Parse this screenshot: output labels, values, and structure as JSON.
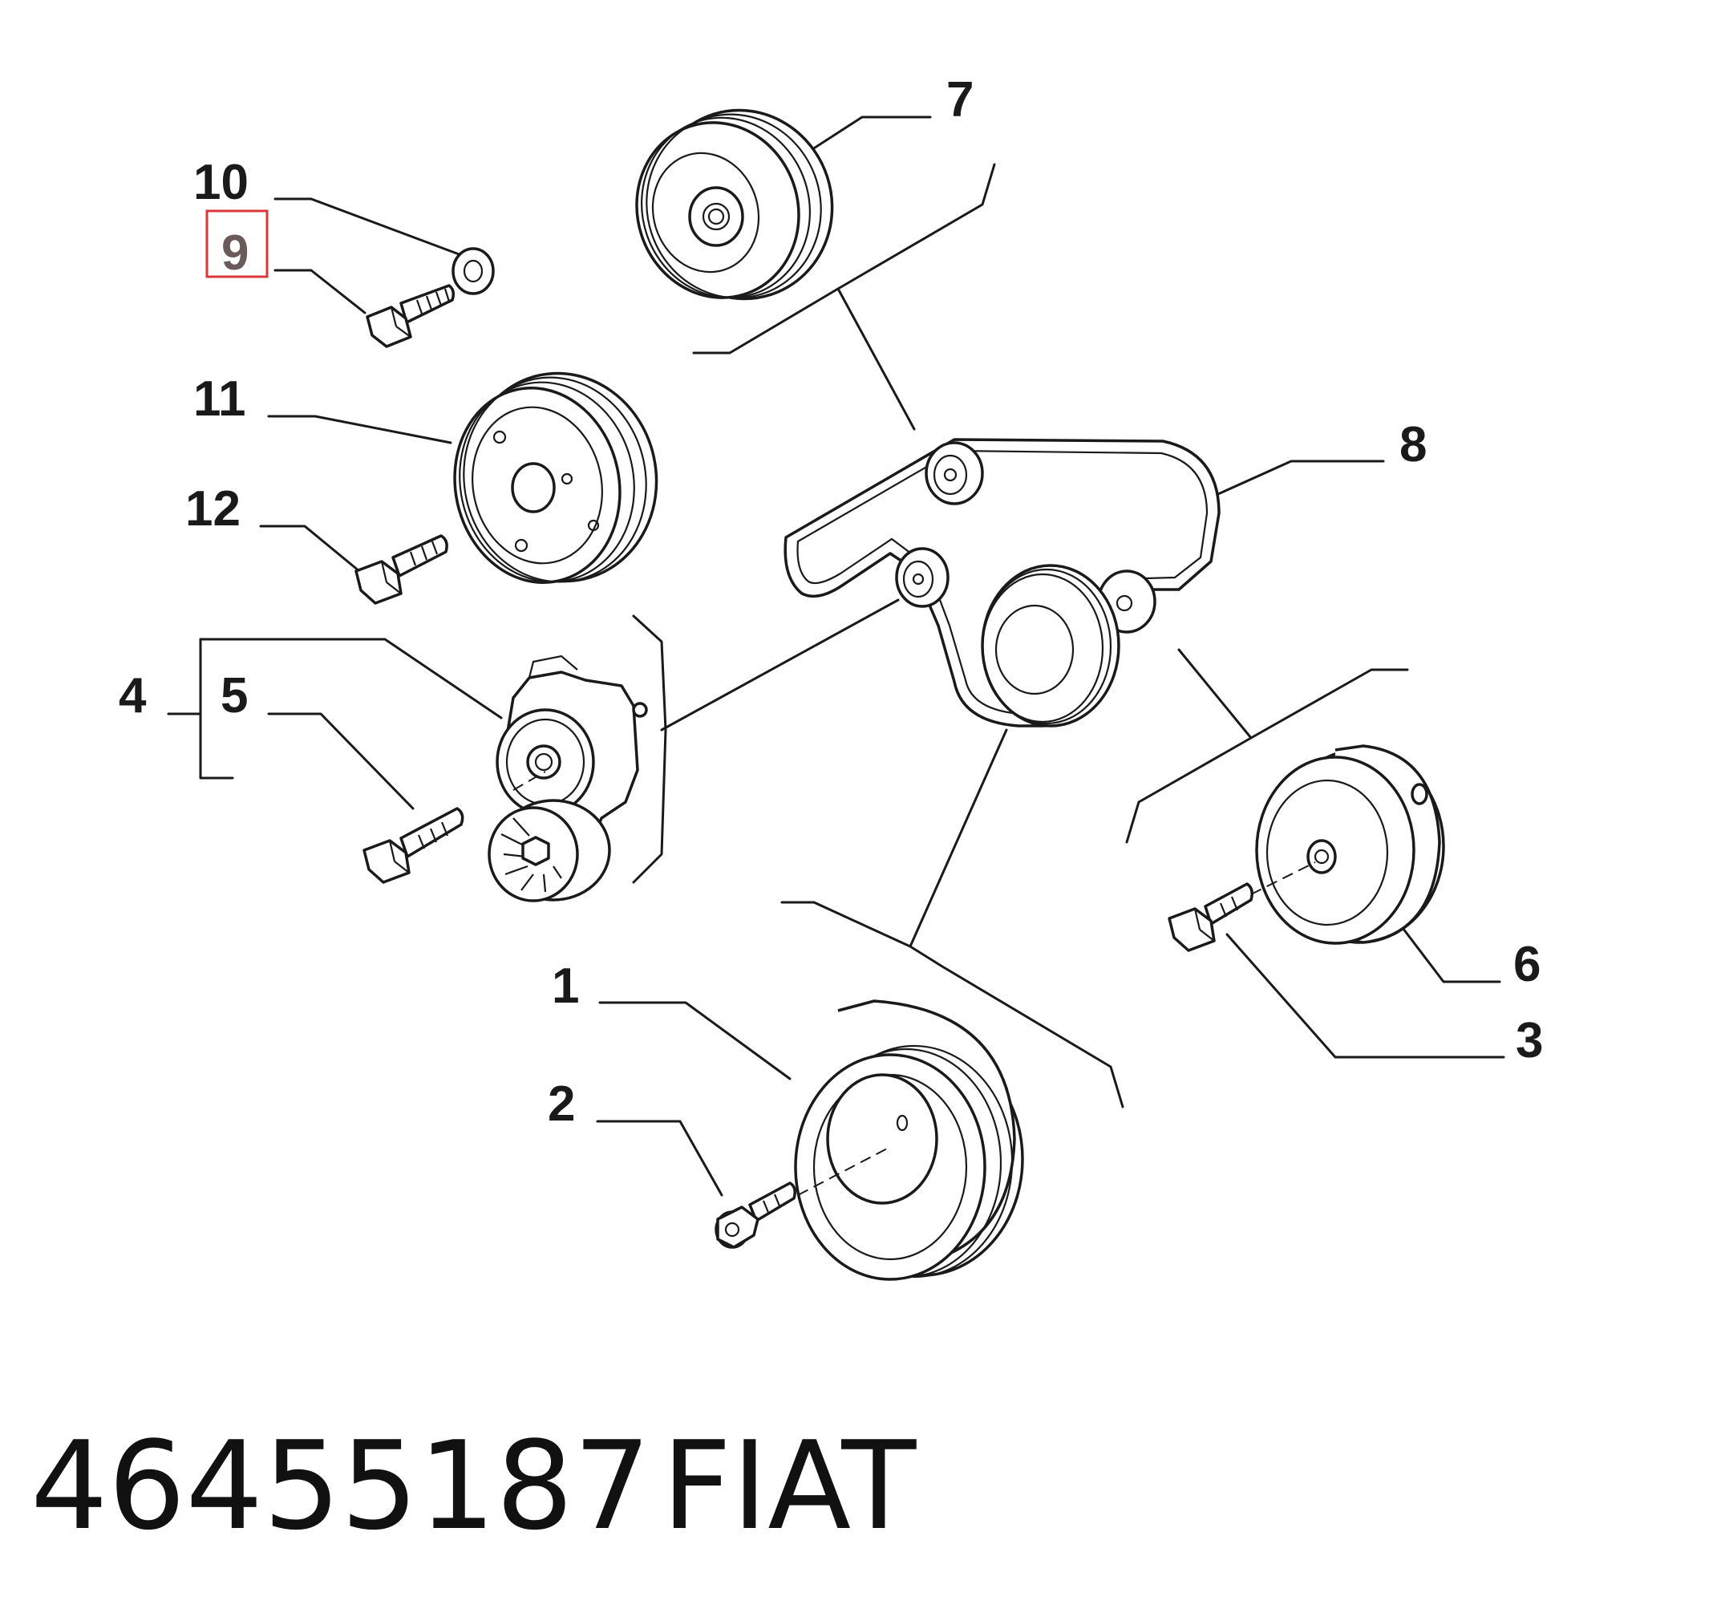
{
  "diagram": {
    "callouts": {
      "c1": "1",
      "c2": "2",
      "c3": "3",
      "c4": "4",
      "c5": "5",
      "c6": "6",
      "c7": "7",
      "c8": "8",
      "c9": "9",
      "c10": "10",
      "c11": "11",
      "c12": "12"
    },
    "highlight_color": "#d9383a",
    "highlighted_callout": "9"
  },
  "footer": {
    "part_number": "46455187",
    "brand": "FIAT"
  }
}
